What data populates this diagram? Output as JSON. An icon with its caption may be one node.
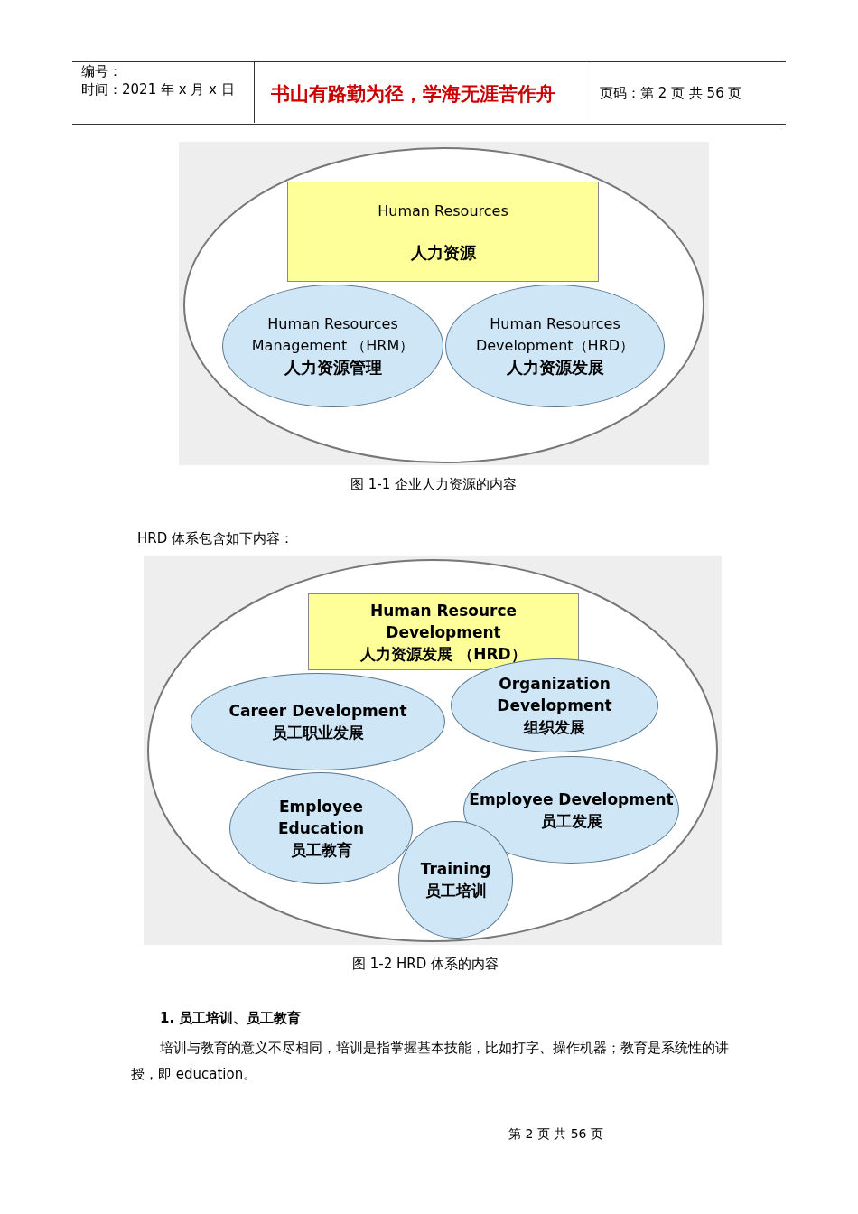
{
  "diagram": {
    "nodes": [
      {
        "text": [],
        "shape": "ellipse"
      },
      {
        "text": [
          "Human Resources",
          "人力资源"
        ],
        "in": 0
      },
      {
        "text": [
          "Human Resources Management （HRM）",
          "人力资源管理"
        ],
        "in": 0
      },
      {
        "text": [
          "Human Resources Development（HRD）",
          "人力资源发展"
        ],
        "in": 0
      },
      {
        "text": [],
        "shape": "ellipse"
      },
      {
        "text": [
          "Human Resource Development",
          "人力资源发展 （HRD）"
        ],
        "in": 4
      },
      {
        "text": [
          "Career Development",
          "员工职业发展"
        ],
        "in": 4
      },
      {
        "text": [
          "Organization Development",
          "组织发展"
        ],
        "in": 4
      },
      {
        "text": [
          "Employee Education",
          "员工教育"
        ],
        "in": 4
      },
      {
        "text": [
          "Employee Development",
          "员工发展"
        ],
        "in": 4
      },
      {
        "text": [
          "Training",
          "员工培训"
        ],
        "in": 4
      }
    ],
    "edges": [],
    "labels": [
      "编号：",
      "时间：2021 年 x 月 x 日",
      "书山有路勤为径，学海无涯苦作舟",
      "页码：第 2 页 共 56 页",
      "图 1-1 企业人力资源的内容",
      "HRD 体系包含如下内容：",
      "图 1-2 HRD 体系的内容",
      "1. 员工培训、员工教育",
      "培训与教育的意义不尽相同，培训是指掌握基本技能，比如打字、操作机器；教育是系统性的讲授，即 education。",
      "第 2 页 共 56 页"
    ]
  }
}
